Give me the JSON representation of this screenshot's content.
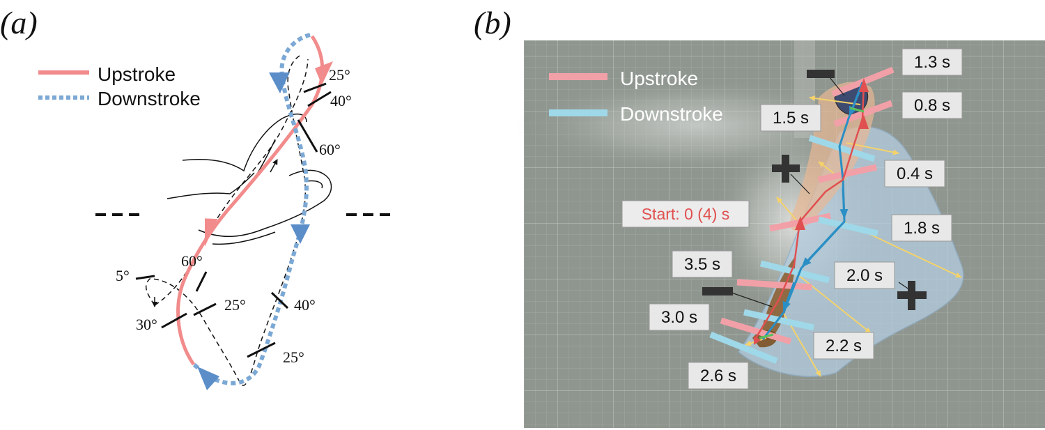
{
  "panel_a": {
    "label": "(a)",
    "legend": {
      "upstroke": "Upstroke",
      "downstroke": "Downstroke"
    },
    "angles": [
      "25°",
      "40°",
      "60°",
      "60°",
      "5°",
      "25°",
      "30°",
      "40°",
      "25°"
    ]
  },
  "panel_b": {
    "label": "(b)",
    "legend": {
      "upstroke": "Upstroke",
      "downstroke": "Downstroke"
    },
    "start_label": "Start: 0 (4) s",
    "times": [
      "1.3 s",
      "0.8 s",
      "1.5 s",
      "0.4 s",
      "1.8 s",
      "3.5 s",
      "2.0 s",
      "3.0 s",
      "2.2 s",
      "2.6 s"
    ],
    "signs": {
      "minus": "−",
      "plus": "+"
    }
  },
  "colors": {
    "upstroke": "#f28b8b",
    "downstroke": "#7ba8d4",
    "panel_b_upstroke": "#f2a0a8",
    "panel_b_downstroke": "#9fd8e8",
    "arrow_yellow": "#f5d26b",
    "vector_blue": "#2a8fc4",
    "plus_region": "#b4cde0",
    "minus_region": "#e8b894",
    "photo_background": "#8f968f",
    "start_text": "#e05050"
  }
}
